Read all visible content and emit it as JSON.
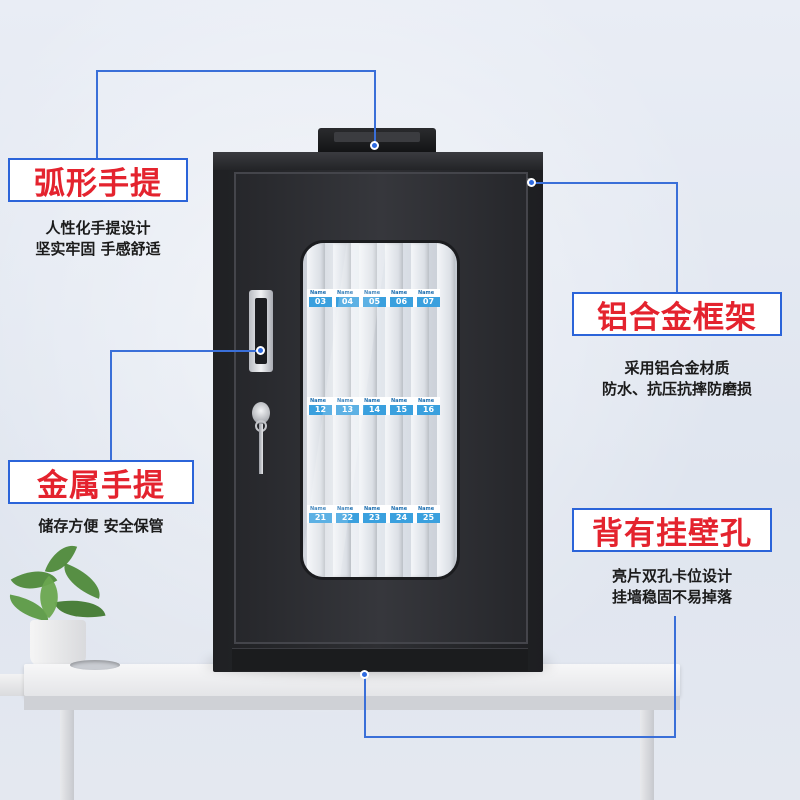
{
  "callouts": {
    "arc_handle": {
      "title": "弧形手提",
      "desc_lines": [
        "人性化手提设计",
        "坚实牢固 手感舒适"
      ]
    },
    "metal_handle": {
      "title": "金属手提",
      "desc_lines": [
        "储存方便 安全保管"
      ]
    },
    "aluminum_frame": {
      "title": "铝合金框架",
      "desc_lines": [
        "采用铝合金材质",
        "防水、抗压抗摔防磨损"
      ]
    },
    "wall_hole": {
      "title": "背有挂壁孔",
      "desc_lines": [
        "亮片双孔卡位设计",
        "挂墙稳固不易掉落"
      ]
    }
  },
  "slot_labels": {
    "name_text": "Name",
    "row1": [
      "03",
      "04",
      "05",
      "06",
      "07"
    ],
    "row2": [
      "12",
      "13",
      "14",
      "15",
      "16"
    ],
    "row3": [
      "21",
      "22",
      "23",
      "24",
      "25"
    ]
  },
  "colors": {
    "callout_border": "#2b64d9",
    "callout_title": "#e4232e",
    "line": "#3a6fd8",
    "cabinet": "#2a2b2f",
    "tag_blue": "#3aa0de"
  },
  "icons": {
    "lock": "lock-icon",
    "key": "key-icon"
  }
}
